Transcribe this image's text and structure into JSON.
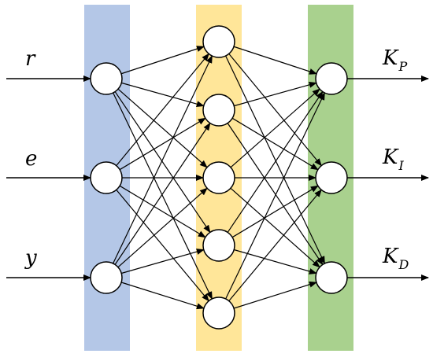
{
  "colors": {
    "input_band": "#b4c7e7",
    "hidden_band": "#ffe699",
    "output_band": "#a9d18e",
    "node_fill": "#ffffff",
    "stroke": "#000000"
  },
  "layers": {
    "input": {
      "node_count": 3,
      "labels": [
        "r",
        "e",
        "y"
      ]
    },
    "hidden": {
      "node_count": 5
    },
    "output": {
      "node_count": 3,
      "labels": [
        {
          "main": "K",
          "sub": "P"
        },
        {
          "main": "K",
          "sub": "I"
        },
        {
          "main": "K",
          "sub": "D"
        }
      ]
    }
  }
}
